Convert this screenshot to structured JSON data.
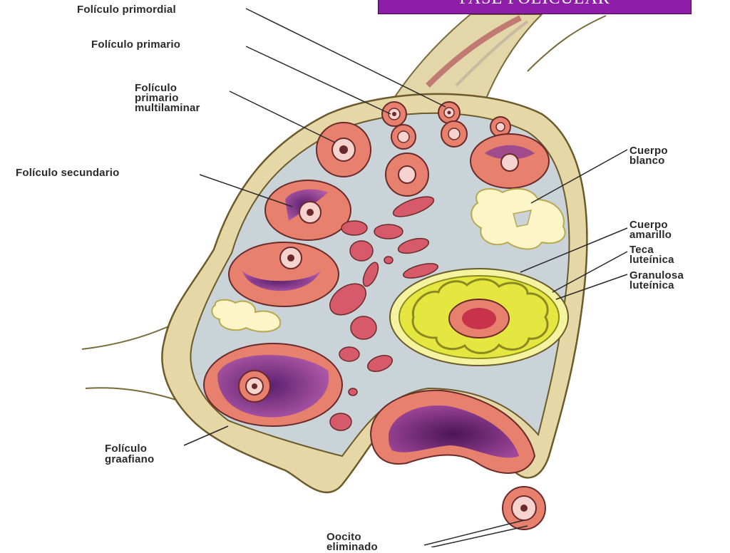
{
  "title": "FASE FOLICULAR",
  "labels": {
    "primordial": "Folículo primordial",
    "primario": "Folículo primario",
    "multilaminar": "Folículo\nprimario\nmultilaminar",
    "secundario": "Folículo secundario",
    "graafiano": "Folículo\ngraafiano",
    "blanco": "Cuerpo\nblanco",
    "amarillo": "Cuerpo\namarillo",
    "teca": "Teca\nluteínica",
    "granulosa": "Granulosa\nluteínica",
    "oocito": "Oocito\neliminado"
  },
  "colors": {
    "title_bg": "#8e1ea8",
    "stroma": "#c9d3d8",
    "capsule": "#e6d8a6",
    "follicle": "#e8806e",
    "antrum": "#8b3a8e",
    "corpus_luteum": "#e6e640",
    "corpus_albicans": "#fbf5c8",
    "blood": "#c9334a"
  }
}
